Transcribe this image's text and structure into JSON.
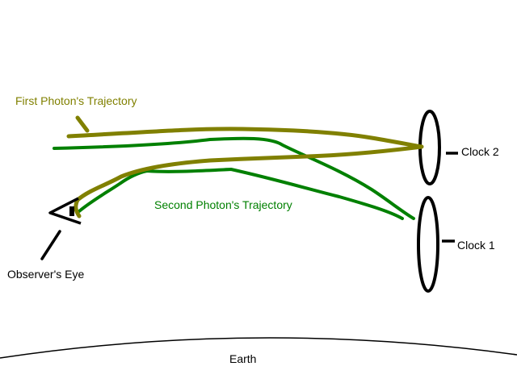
{
  "labels": {
    "first_photon": "First Photon's Trajectory",
    "second_photon": "Second Photon's Trajectory",
    "clock1": "Clock 1",
    "clock2": "Clock 2",
    "observer": "Observer's Eye",
    "earth": "Earth"
  },
  "colors": {
    "first_photon": "#808000",
    "second_photon": "#008000",
    "ink": "#000000",
    "background": "#ffffff"
  }
}
